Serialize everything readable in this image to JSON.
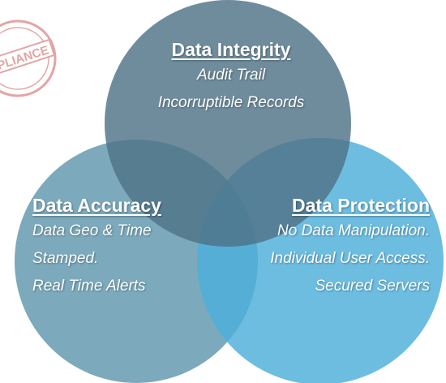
{
  "stamp": {
    "text": "COMPLIANCE",
    "color": "#c0393b"
  },
  "colors": {
    "top_circle": "#4f7388",
    "left_circle": "#5f97ad",
    "right_circle": "#4daedb",
    "text": "#ffffff"
  },
  "circles": [
    {
      "id": "integrity",
      "heading": "Data Integrity",
      "lines": [
        "Audit Trail",
        "Incorruptible Records"
      ]
    },
    {
      "id": "accuracy",
      "heading": "Data Accuracy",
      "lines": [
        "Data Geo & Time",
        "Stamped.",
        "Real Time Alerts"
      ]
    },
    {
      "id": "protection",
      "heading": "Data Protection",
      "lines": [
        "No Data Manipulation.",
        "Individual User Access.",
        "Secured Servers"
      ]
    }
  ]
}
